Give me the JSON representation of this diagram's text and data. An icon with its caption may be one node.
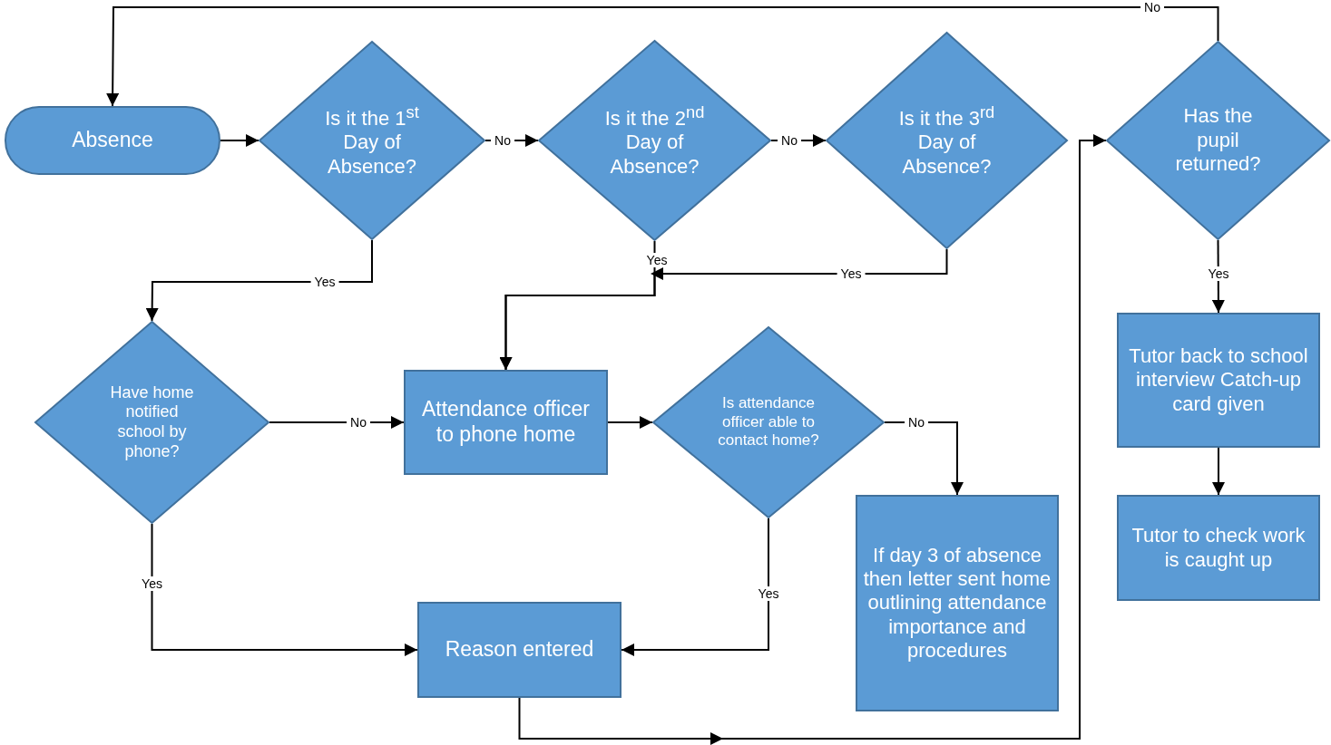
{
  "diagram": {
    "nodes": [
      {
        "text": [
          "Absence"
        ]
      },
      {
        "text": [
          "Is it the 1$^{st}$ Day of Absence?"
        ]
      },
      {
        "text": [
          "Is it the 2$^{nd}$ Day of Absence?"
        ]
      },
      {
        "text": [
          "Is it the 3$^{rd}$ Day of Absence?"
        ]
      },
      {
        "text": [
          "Has the pupil returned?"
        ]
      },
      {
        "text": [
          "Have home notified school by phone?"
        ]
      },
      {
        "text": [
          "Attendance officer to phone home"
        ]
      },
      {
        "text": [
          "Is attendance officer able to contact home?"
        ]
      },
      {
        "text": [
          "If day 3 of absence then letter sent home outlining attendance importance and procedures"
        ]
      },
      {
        "text": [
          "Tutor back to school interview Catch-up card given"
        ]
      },
      {
        "text": [
          "Tutor to check work is caught up"
        ]
      },
      {
        "text": [
          "Reason entered"
        ]
      }
    ],
    "edges": [
      {
        "from": 0,
        "to": 1,
        "arrow": "to"
      },
      {
        "from": 1,
        "to": 2,
        "arrow": "to",
        "label": "No"
      },
      {
        "from": 2,
        "to": 3,
        "arrow": "to",
        "label": "No"
      },
      {
        "from": 11,
        "to": 4,
        "arrow": "to"
      },
      {
        "from": 4,
        "to": 0,
        "arrow": "to",
        "label": "No"
      },
      {
        "from": 1,
        "to": 5,
        "arrow": "to",
        "label": "Yes"
      },
      {
        "from": 2,
        "to": 6,
        "arrow": "to",
        "label": "Yes"
      },
      {
        "from": 3,
        "to": 6,
        "arrow": "to",
        "label": "Yes"
      },
      {
        "from": 5,
        "to": 6,
        "arrow": "to",
        "label": "No"
      },
      {
        "from": 5,
        "to": 11,
        "arrow": "to",
        "label": "Yes"
      },
      {
        "from": 6,
        "to": 7,
        "arrow": "to"
      },
      {
        "from": 7,
        "to": 8,
        "arrow": "to",
        "label": "No"
      },
      {
        "from": 7,
        "to": 11,
        "arrow": "to",
        "label": "Yes"
      },
      {
        "from": 4,
        "to": 9,
        "arrow": "to",
        "label": "Yes"
      },
      {
        "from": 9,
        "to": 10,
        "arrow": "to"
      }
    ]
  }
}
